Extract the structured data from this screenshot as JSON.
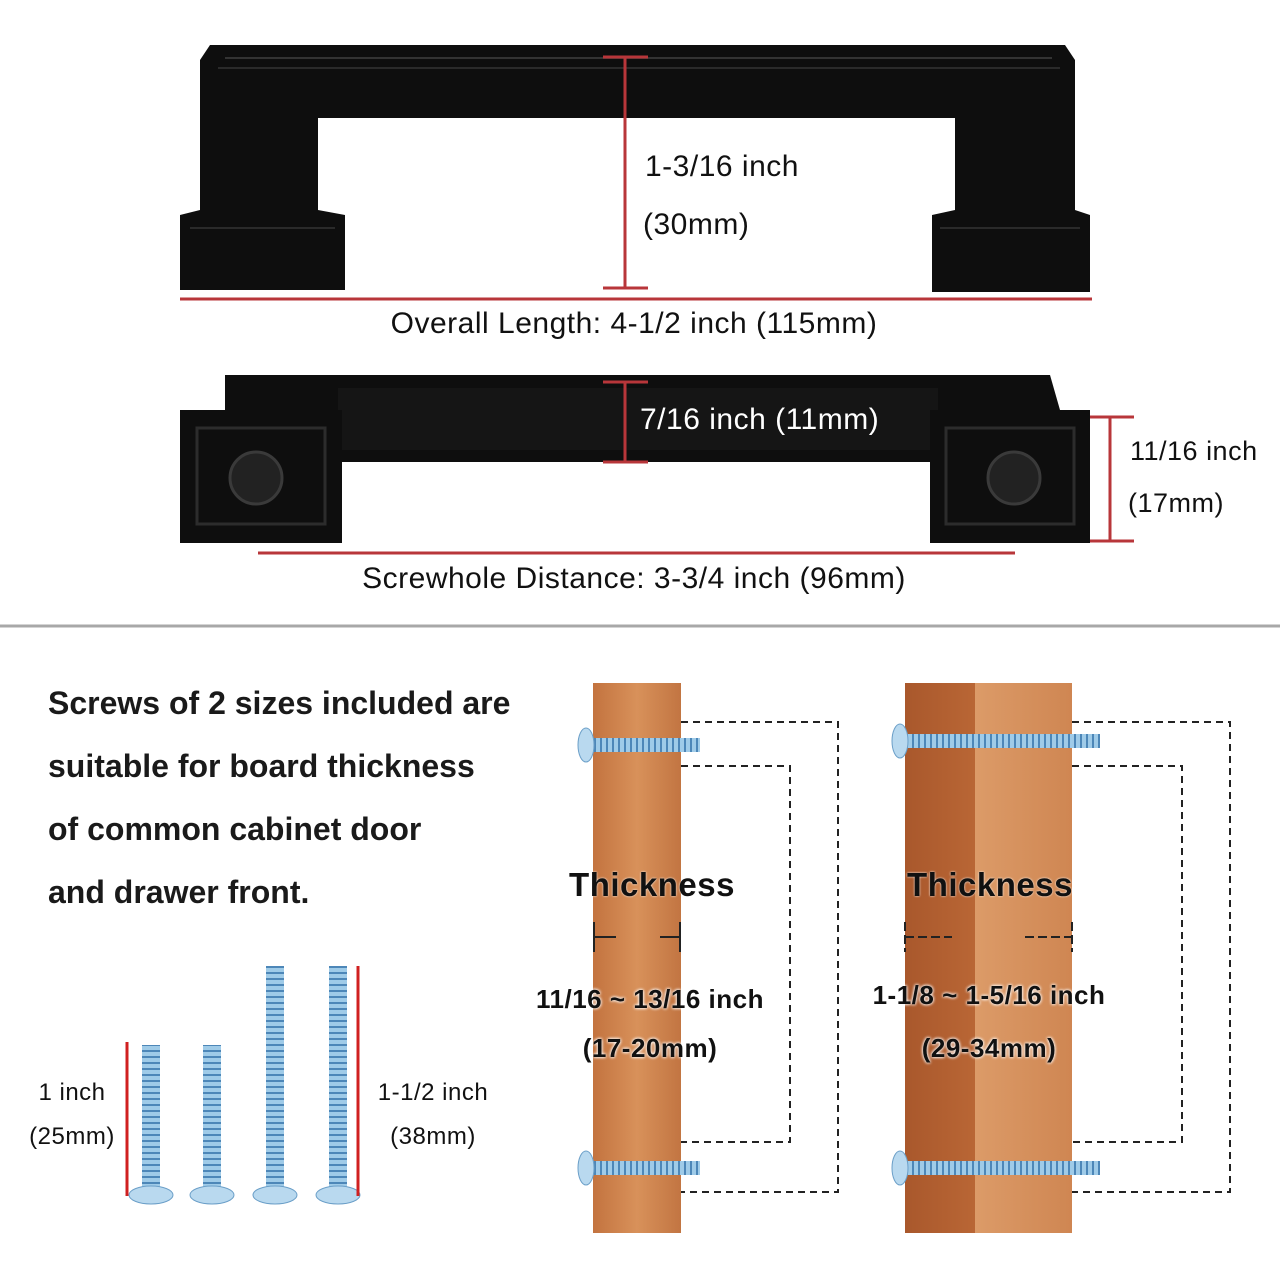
{
  "front_view": {
    "height_label": "1-3/16 inch",
    "height_metric": "(30mm)",
    "overall_length": "Overall Length: 4-1/2 inch (115mm)"
  },
  "top_view": {
    "bar_width": "7/16 inch (11mm)",
    "base_width_label": "11/16 inch",
    "base_width_metric": "(17mm)",
    "screwhole_distance": "Screwhole Distance: 3-3/4 inch (96mm)"
  },
  "screws": {
    "description": [
      "Screws of 2 sizes included are",
      "suitable for board thickness",
      "of common cabinet door",
      "and drawer front."
    ],
    "short_label": "1 inch",
    "short_metric": "(25mm)",
    "long_label": "1-1/2 inch",
    "long_metric": "(38mm)"
  },
  "boards": [
    {
      "title": "Thickness",
      "range": "11/16 ~ 13/16 inch",
      "metric": "(17-20mm)"
    },
    {
      "title": "Thickness",
      "range": "1-1/8 ~ 1-5/16 inch",
      "metric": "(29-34mm)"
    }
  ],
  "colors": {
    "dimension_line": "#b8363a",
    "handle": "#0d0d0d",
    "wood": "#c97a45",
    "screw": "#8ec3e6"
  }
}
